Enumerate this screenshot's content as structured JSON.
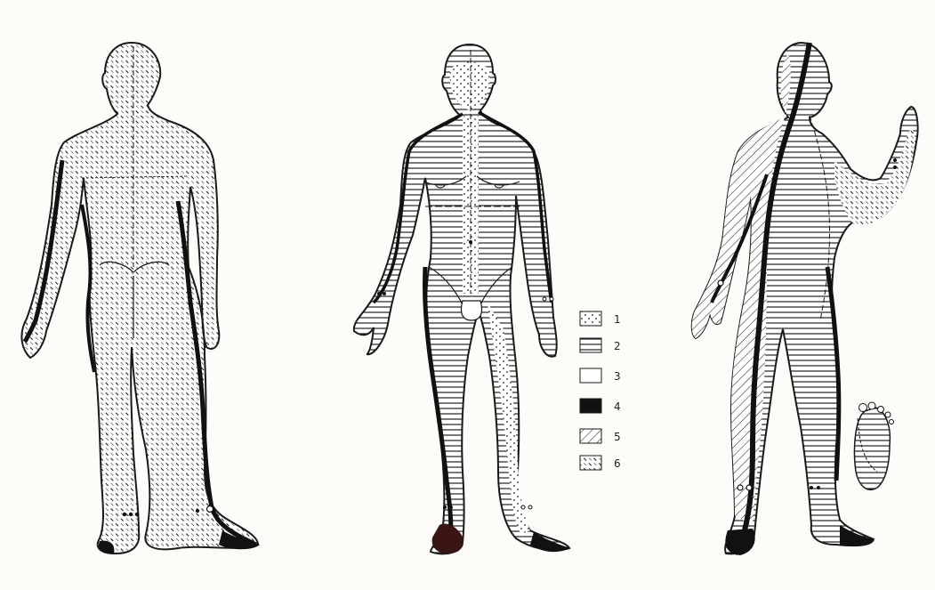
{
  "colors": {
    "ink": "#1a1a1a",
    "paper": "#fdfcf9",
    "foot_tint": "#3a1515"
  },
  "legend": {
    "items": [
      {
        "label": "1",
        "pattern": "dots"
      },
      {
        "label": "2",
        "pattern": "horizontal-lines"
      },
      {
        "label": "3",
        "pattern": "blank"
      },
      {
        "label": "4",
        "pattern": "solid-black"
      },
      {
        "label": "5",
        "pattern": "diagonal-lines"
      },
      {
        "label": "6",
        "pattern": "dashed-diagonal"
      }
    ]
  },
  "figures": [
    {
      "view": "back",
      "icon": "back-body-icon"
    },
    {
      "view": "front",
      "icon": "front-body-icon"
    },
    {
      "view": "side",
      "icon": "side-body-icon"
    }
  ]
}
